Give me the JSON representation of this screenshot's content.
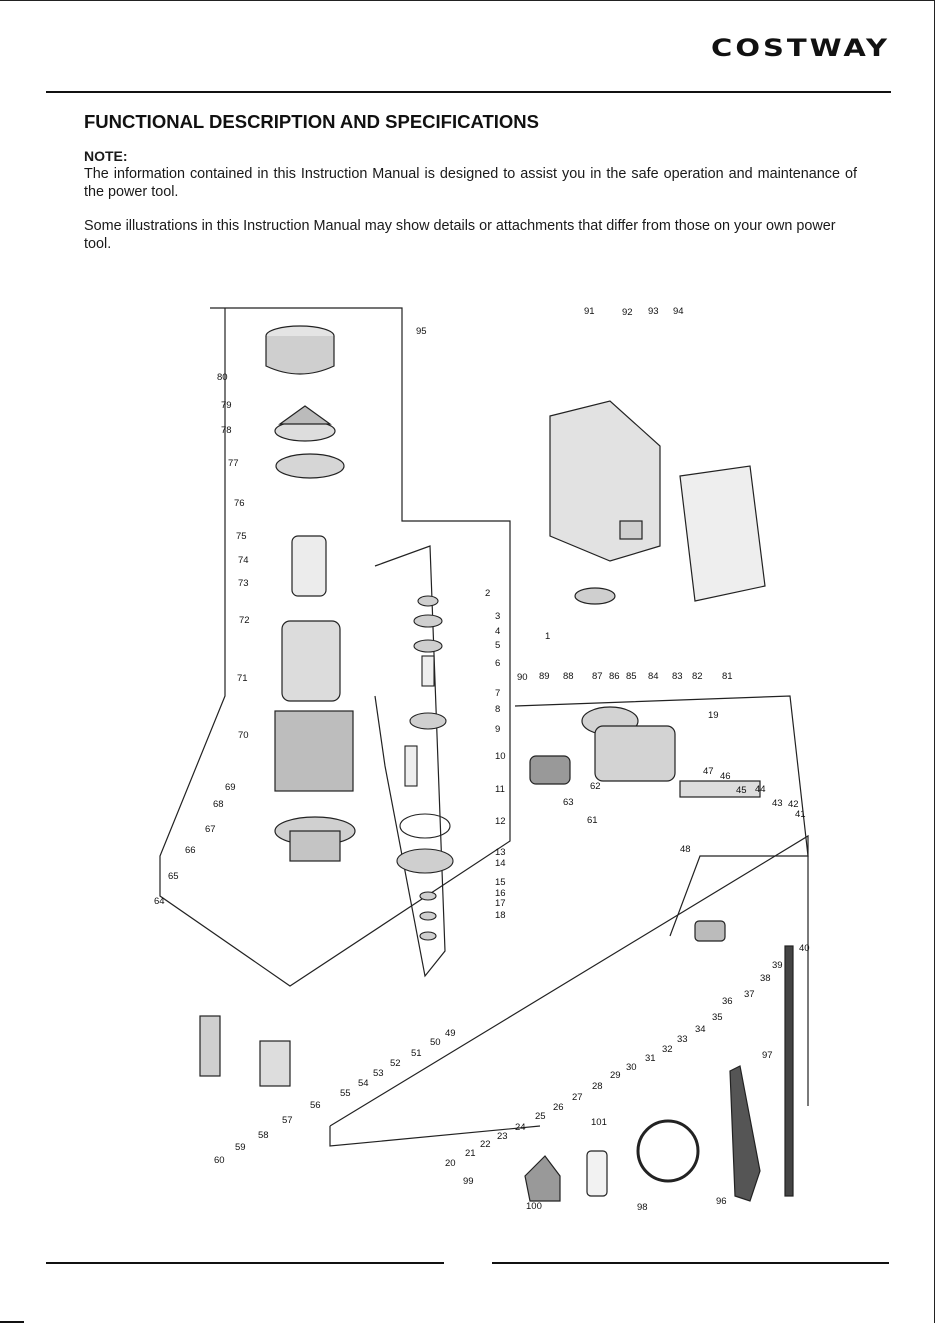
{
  "header": {
    "brand": "COSTWAY"
  },
  "section": {
    "title": "FUNCTIONAL DESCRIPTION AND SPECIFICATIONS",
    "note_label": "NOTE:",
    "paragraph1": "The information contained in this Instruction Manual is designed to assist you in the safe operation and maintenance of the power tool.",
    "paragraph2": "Some illustrations in this Instruction Manual may show details or attachments that differ from those on your own power tool."
  },
  "diagram": {
    "part_labels": [
      "1",
      "2",
      "3",
      "4",
      "5",
      "6",
      "7",
      "8",
      "9",
      "10",
      "11",
      "12",
      "13",
      "14",
      "15",
      "16",
      "17",
      "18",
      "19",
      "20",
      "21",
      "22",
      "23",
      "24",
      "25",
      "26",
      "27",
      "28",
      "29",
      "30",
      "31",
      "32",
      "33",
      "34",
      "35",
      "36",
      "37",
      "38",
      "39",
      "40",
      "41",
      "42",
      "43",
      "44",
      "45",
      "46",
      "47",
      "48",
      "49",
      "50",
      "51",
      "52",
      "53",
      "54",
      "55",
      "56",
      "57",
      "58",
      "59",
      "60",
      "61",
      "62",
      "63",
      "64",
      "65",
      "66",
      "67",
      "68",
      "69",
      "70",
      "71",
      "72",
      "73",
      "74",
      "75",
      "76",
      "77",
      "78",
      "79",
      "80",
      "81",
      "82",
      "83",
      "84",
      "85",
      "86",
      "87",
      "88",
      "89",
      "90",
      "91",
      "92",
      "93",
      "94",
      "95",
      "96",
      "97",
      "98",
      "99",
      "100",
      "101"
    ]
  }
}
